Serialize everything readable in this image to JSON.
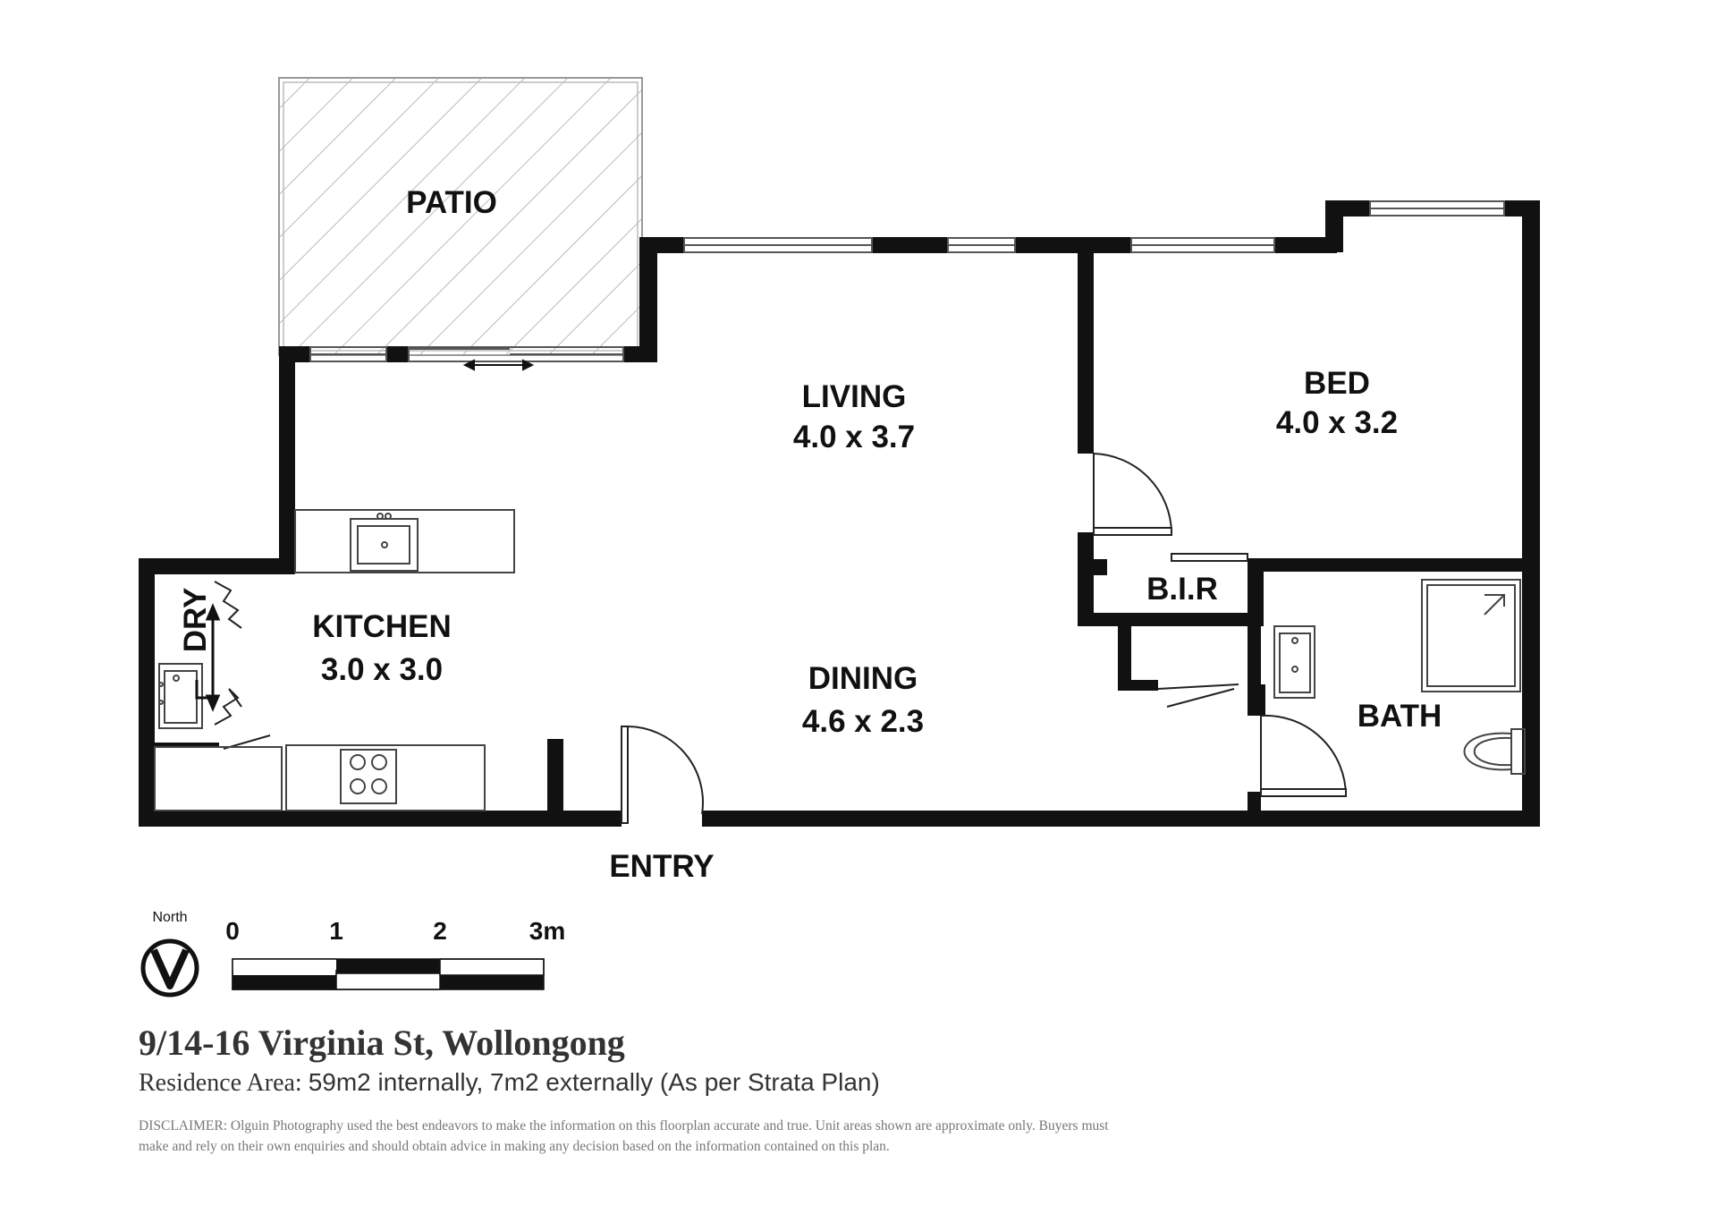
{
  "rooms": {
    "patio": {
      "name": "PATIO"
    },
    "living": {
      "name": "LIVING",
      "dims": "4.0 x 3.7"
    },
    "bed": {
      "name": "BED",
      "dims": "4.0 x 3.2"
    },
    "kitchen": {
      "name": "KITCHEN",
      "dims": "3.0 x 3.0"
    },
    "dining": {
      "name": "DINING",
      "dims": "4.6 x 2.3"
    },
    "bir": {
      "name": "B.I.R"
    },
    "bath": {
      "name": "BATH"
    },
    "dry": {
      "name": "DRY"
    }
  },
  "entry_label": "ENTRY",
  "north_label": "North",
  "scale": {
    "ticks": [
      "0",
      "1",
      "2",
      "3m"
    ]
  },
  "address": "9/14-16 Virginia St, Wollongong",
  "area": {
    "label": "Residence Area:",
    "value": "59m2 internally, 7m2 externally (As per Strata Plan)"
  },
  "disclaimer": "DISCLAIMER: Olguin Photography used the best endeavors to make the information on this floorplan accurate and true. Unit areas shown are approximate only. Buyers must make and rely on their own enquiries and should obtain advice in making any decision based on the information contained on this plan.",
  "colors": {
    "wall": "#111111",
    "hatch": "#bbbbbb",
    "text": "#111111"
  }
}
